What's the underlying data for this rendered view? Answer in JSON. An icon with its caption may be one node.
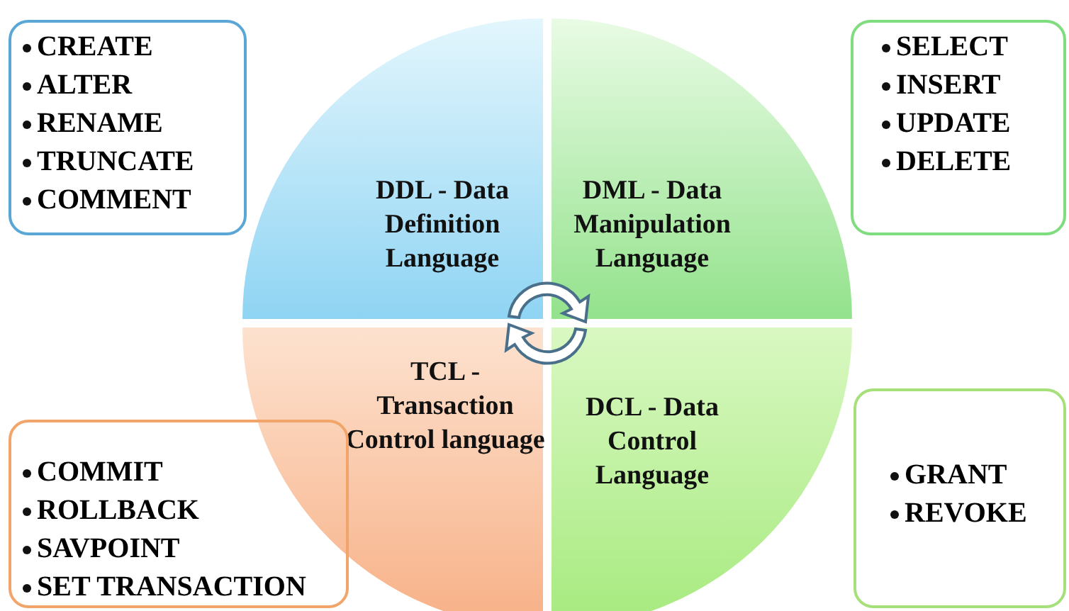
{
  "diagram": {
    "nodes": [
      {
        "text": [
          "CREATE",
          "ALTER",
          "RENAME",
          "TRUNCATE",
          "COMMENT"
        ]
      },
      {
        "text": [
          "SELECT",
          "INSERT",
          "UPDATE",
          "DELETE"
        ]
      },
      {
        "text": [
          "COMMIT",
          "ROLLBACK",
          "SAVPOINT",
          "SET TRANSACTION"
        ]
      },
      {
        "text": [
          "GRANT",
          "REVOKE"
        ]
      },
      {
        "text": [
          "DDL - Data Definition Language"
        ]
      },
      {
        "text": [
          "DML - Data Manipulation Language"
        ]
      },
      {
        "text": [
          "TCL - Transaction Control language"
        ]
      },
      {
        "text": [
          "DCL - Data Control Language"
        ]
      }
    ]
  }
}
